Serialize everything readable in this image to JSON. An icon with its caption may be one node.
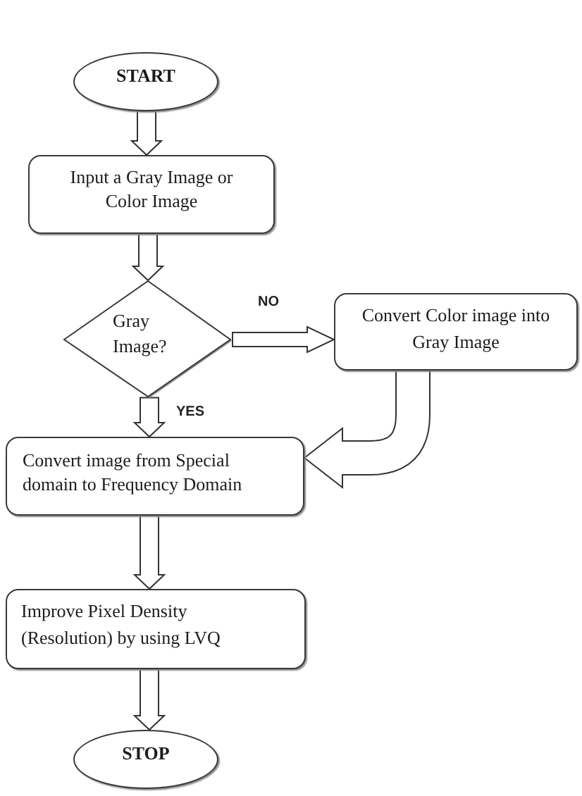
{
  "diagram": {
    "nodes": [
      {
        "text": [
          "START"
        ]
      },
      {
        "text": [
          "Input a Gray Image or Color Image"
        ]
      },
      {
        "text": [
          "Gray Image?"
        ]
      },
      {
        "text": [
          "Convert Color image into Gray Image"
        ]
      },
      {
        "text": [
          "Convert image from Special domain to Frequency Domain"
        ]
      },
      {
        "text": [
          "Improve Pixel Density (Resolution) by using LVQ"
        ]
      },
      {
        "text": [
          "STOP"
        ]
      }
    ],
    "edges": [
      {
        "from": 0,
        "to": 1,
        "arrow": "to"
      },
      {
        "from": 1,
        "to": 2,
        "arrow": "to"
      },
      {
        "from": 2,
        "to": 3,
        "arrow": "to",
        "label": "NO"
      },
      {
        "from": 2,
        "to": 4,
        "arrow": "to",
        "label": "YES"
      },
      {
        "from": 3,
        "to": 4,
        "arrow": "to"
      },
      {
        "from": 4,
        "to": 5,
        "arrow": "to"
      },
      {
        "from": 5,
        "to": 6,
        "arrow": "to"
      }
    ]
  }
}
